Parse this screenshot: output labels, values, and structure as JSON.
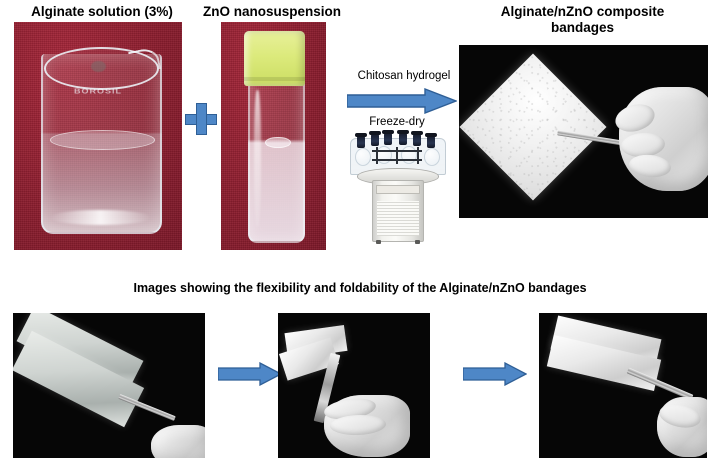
{
  "figure": {
    "top_row": {
      "panels": [
        {
          "id": "alginate",
          "title": "Alginate solution (3%)",
          "subject": "beaker-of-clear-alginate-solution",
          "brand_text": "BOROSIL",
          "background_color": "#8e1f30"
        },
        {
          "id": "zno",
          "title": "ZnO nanosuspension",
          "subject": "vial-of-white-zno-nanosuspension",
          "cap_color": "#dcea7c",
          "background_color": "#8e1f30"
        },
        {
          "id": "composite",
          "title_line1": "Alginate/nZnO composite",
          "title_line2": "bandages",
          "subject": "gloved-hand-holding-white-square-bandage-with-forceps",
          "background_color": "#060606"
        }
      ],
      "operator": {
        "symbol": "+",
        "name": "plus-sign",
        "color": "#4e87c7"
      },
      "process_arrow": {
        "label_above": "Chitosan hydrogel",
        "label_below": "Freeze-dry",
        "color": "#4e87c7",
        "equipment": "benchtop-freeze-dryer"
      }
    },
    "bottom_row": {
      "caption": "Images showing the flexibility and foldability of the Alginate/nZnO bandages",
      "panels": [
        {
          "id": "flex-1",
          "subject": "bandage-held-flat-diagonally-by-forceps",
          "background_color": "#060606"
        },
        {
          "id": "flex-2",
          "subject": "bandage-folded-over-forceps-tip",
          "background_color": "#060606"
        },
        {
          "id": "flex-3",
          "subject": "bandage-rolled-and-held-by-forceps",
          "background_color": "#060606"
        }
      ],
      "arrows": [
        {
          "name": "progress-arrow-1",
          "color": "#4e87c7"
        },
        {
          "name": "progress-arrow-2",
          "color": "#4e87c7"
        }
      ]
    }
  }
}
